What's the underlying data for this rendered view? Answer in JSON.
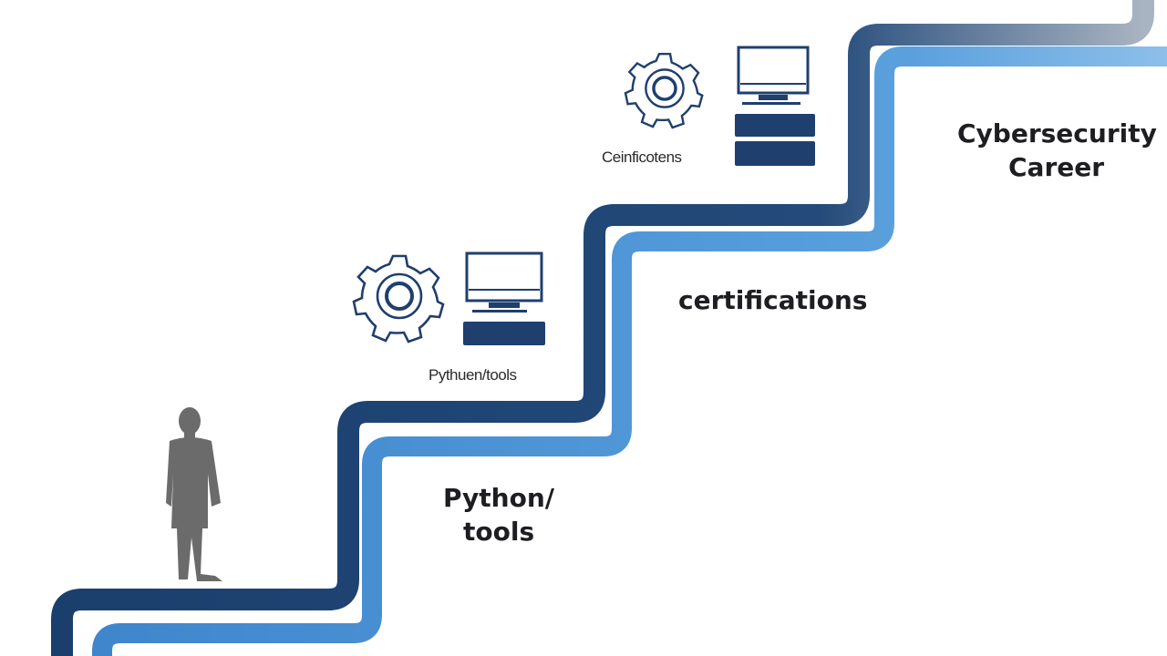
{
  "labels": {
    "goal": "Cybersecurity Career",
    "goal_line1": "Cybersecurity",
    "goal_line2": "Career",
    "step2": "certifications",
    "step1_line1": "Python/",
    "step1_line2": "tools",
    "upper_caption": "Ceinficotens",
    "lower_caption": "Pythuen/tools"
  },
  "colors": {
    "dark_path": "#1c4272",
    "light_path": "#4b93d6",
    "icon_stroke": "#1f3f6e",
    "figure": "#6b6b6b",
    "text": "#1e1e22"
  },
  "icons": [
    "gear-icon",
    "monitor-icon",
    "stack-icon",
    "person-silhouette"
  ]
}
